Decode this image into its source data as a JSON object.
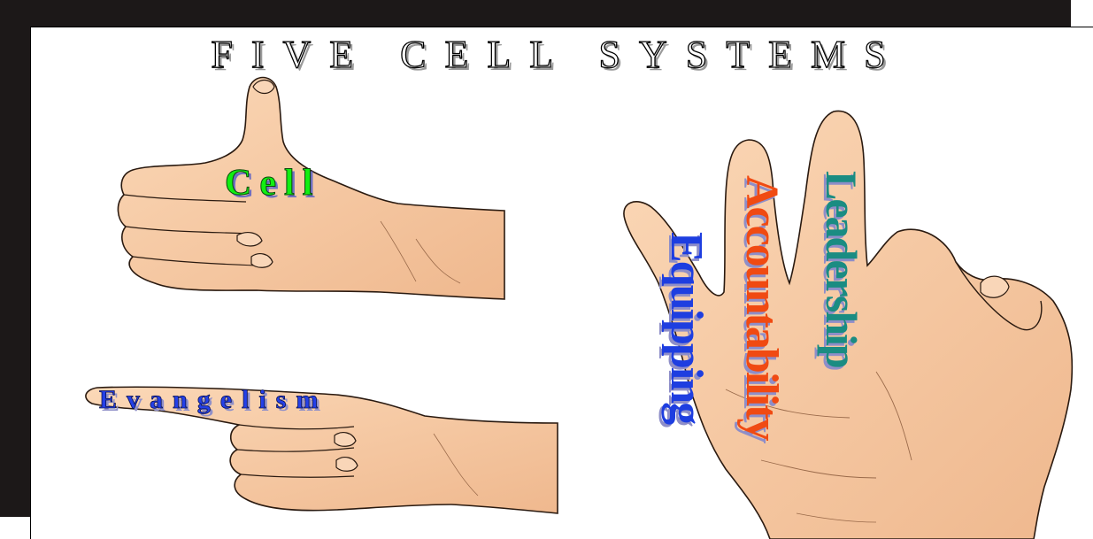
{
  "title": "FIVE CELL SYSTEMS",
  "labels": {
    "cell": "Cell",
    "evangelism": "Evangelism",
    "equipping": "Equipping",
    "accountability": "Accountability",
    "leadership": "Leadership"
  },
  "colors": {
    "frame": "#1c1818",
    "skin": "#f7c9a2",
    "cell": "#12ee12",
    "evangelism": "#2440e8",
    "equipping": "#1e3ee0",
    "accountability": "#f04a12",
    "leadership": "#1a8c82"
  },
  "images": {
    "thumbs_up_hand": "thumbs-up-hand-illustration",
    "pointing_hand": "pointing-hand-illustration",
    "ok_hand": "ok-hand-illustration"
  }
}
